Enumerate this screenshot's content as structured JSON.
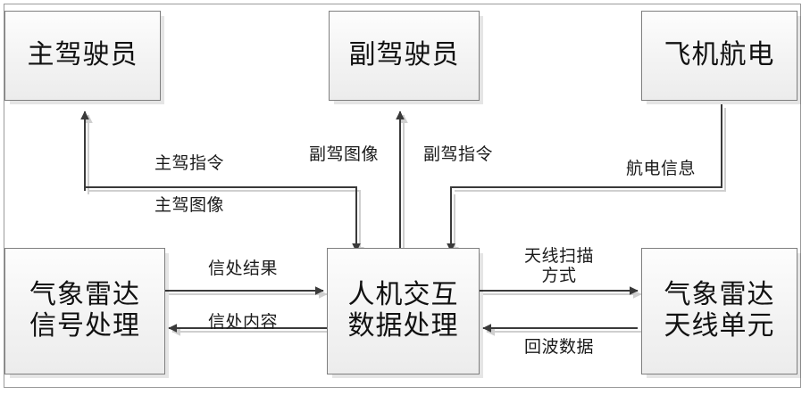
{
  "figure": {
    "type": "block-diagram",
    "title": "",
    "frame": {
      "border_color": "#9a9a9a",
      "background": "#ffffff"
    }
  },
  "style": {
    "node_border": "#7f7f7f",
    "node_fill_top": "#fdfdfd",
    "node_fill_bottom": "#ececec",
    "line_color": "#3a3a3a",
    "shadow_color": "#cfcfcf",
    "text_color": "#111111"
  },
  "nodes": [
    {
      "id": "pilot",
      "label": "主驾驶员"
    },
    {
      "id": "copilot",
      "label": "副驾驶员"
    },
    {
      "id": "avionics",
      "label": "飞机航电"
    },
    {
      "id": "signal_proc",
      "label": "气象雷达\n信号处理"
    },
    {
      "id": "hmi",
      "label": "人机交互\n数据处理"
    },
    {
      "id": "antenna",
      "label": "气象雷达\n天线单元"
    }
  ],
  "edge_labels": [
    {
      "id": "pilot_cmd",
      "text": "主驾指令",
      "from": "pilot",
      "to": "hmi"
    },
    {
      "id": "pilot_img",
      "text": "主驾图像",
      "from": "hmi",
      "to": "pilot"
    },
    {
      "id": "copilot_img",
      "text": "副驾图像",
      "from": "hmi",
      "to": "copilot"
    },
    {
      "id": "copilot_cmd",
      "text": "副驾指令",
      "from": "copilot",
      "to": "hmi"
    },
    {
      "id": "avionics_info",
      "text": "航电信息",
      "from": "avionics",
      "to": "hmi"
    },
    {
      "id": "sp_result",
      "text": "信处结果",
      "from": "signal_proc",
      "to": "hmi"
    },
    {
      "id": "sp_content",
      "text": "信处内容",
      "from": "hmi",
      "to": "signal_proc"
    },
    {
      "id": "scan_mode",
      "text": "天线扫描\n方式",
      "from": "hmi",
      "to": "antenna"
    },
    {
      "id": "echo_data",
      "text": "回波数据",
      "from": "antenna",
      "to": "hmi"
    }
  ]
}
